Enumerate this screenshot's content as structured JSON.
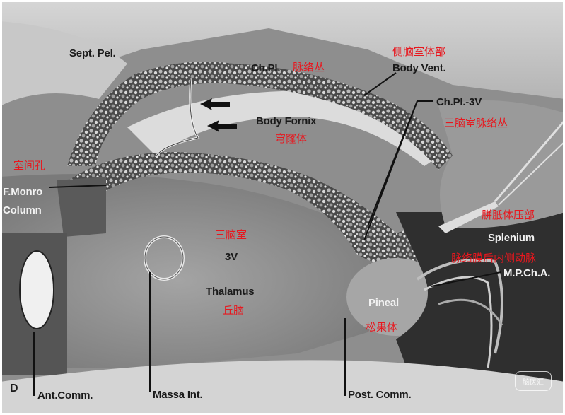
{
  "labels": {
    "sept_pel": "Sept. Pel.",
    "ch_pl": "Ch.Pl.",
    "ch_pl_zh": "脉络丛",
    "body_vent_zh": "侧脑室体部",
    "body_vent": "Body Vent.",
    "ch_pl_3v": "Ch.Pl.-3V",
    "ch_pl_3v_zh": "三脑室脉络丛",
    "body_fornix": "Body Fornix",
    "body_fornix_zh": "穹窿体",
    "foramen_zh": "室间孔",
    "f_monro": "F.Monro",
    "column": "Column",
    "third_vent_zh": "三脑室",
    "third_vent": "3V",
    "thalamus": "Thalamus",
    "thalamus_zh": "丘脑",
    "splenium_zh": "胼胝体压部",
    "splenium": "Splenium",
    "mpcha_zh": "脉络膜后内侧动脉",
    "mpcha": "M.P.Ch.A.",
    "pineal": "Pineal",
    "pineal_zh": "松果体",
    "panel_letter": "D",
    "ant_comm": "Ant.Comm.",
    "massa_int": "Massa Int.",
    "post_comm": "Post. Comm."
  },
  "watermark": "脑医汇",
  "colors": {
    "chinese_label": "#e8171e",
    "english_label": "#1a1a1a",
    "frame": "#ffffff"
  }
}
